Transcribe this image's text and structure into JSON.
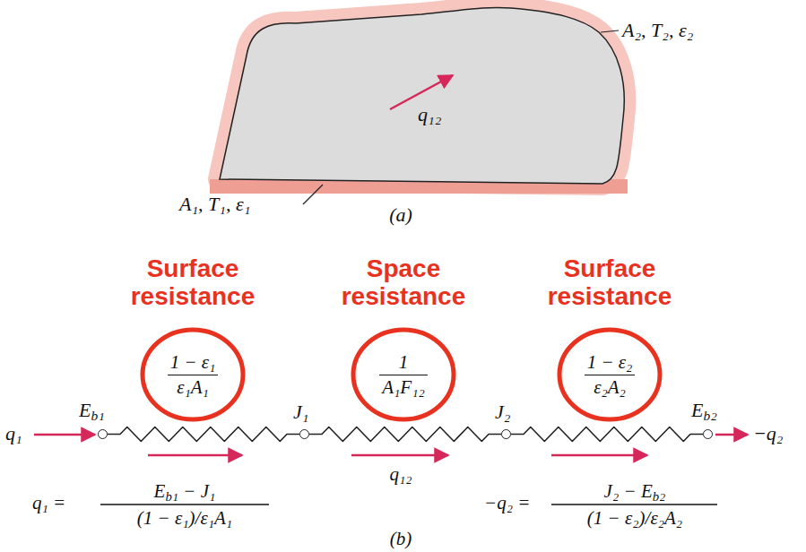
{
  "diagram": {
    "nodes": [
      {
        "text": [
          "Surface resistance",
          "1 − ε₁",
          "ε₁A₁"
        ]
      },
      {
        "text": [
          "Space resistance",
          "1",
          "A₁F₁₂"
        ]
      },
      {
        "text": [
          "Surface resistance",
          "1 − ε₂",
          "ε₂A₂"
        ]
      },
      {
        "text": [
          "Eb₁"
        ]
      },
      {
        "text": [
          "J₁"
        ]
      },
      {
        "text": [
          "J₂"
        ]
      },
      {
        "text": [
          "Eb₂"
        ]
      }
    ],
    "edges": [
      {
        "from": 3,
        "to": 4,
        "arrow": "none"
      },
      {
        "from": 4,
        "to": 5,
        "arrow": "none"
      },
      {
        "from": 5,
        "to": 6,
        "arrow": "none"
      }
    ],
    "labels": [
      "A₂, T₂, ε₂",
      "q₁₂",
      "A₁, T₁, ε₁",
      "(a)",
      "q₁",
      "−q₂",
      "q₁ =",
      "Eb₁ − J₁",
      "(1 − ε₁)/ε₁A₁",
      "q₁₂",
      "−q₂ =",
      "J₂ − Eb₂",
      "(1 − ε₂)/ε₂A₂",
      "(b)"
    ]
  }
}
